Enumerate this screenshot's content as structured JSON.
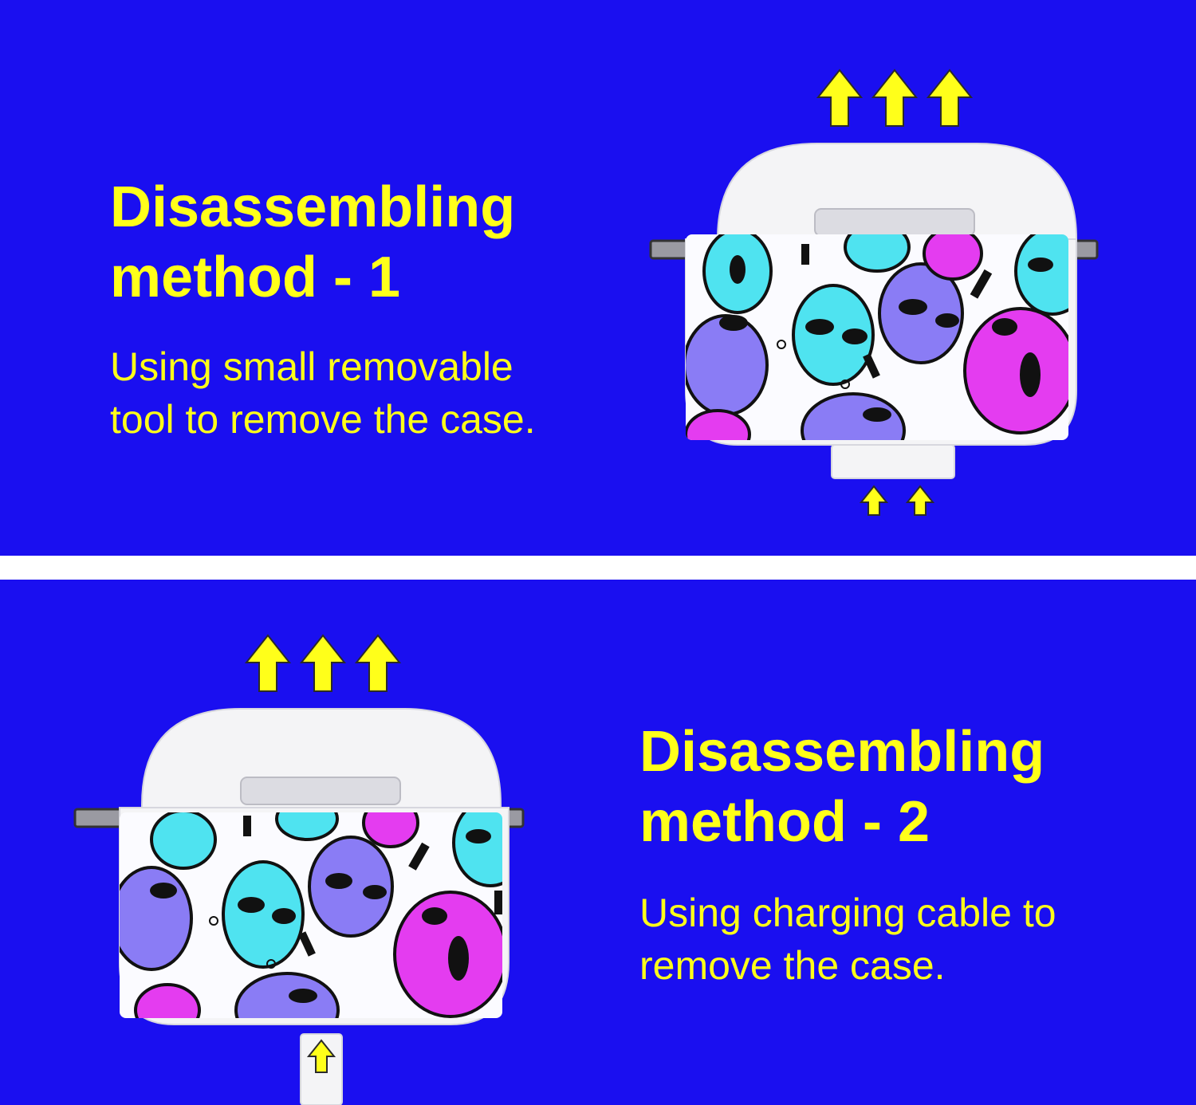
{
  "colors": {
    "background": "#1a0ff0",
    "accent": "#ffff1a",
    "divider": "#ffffff",
    "case_white": "#f4f4f6",
    "alien_cyan": "#4fe3f0",
    "alien_magenta": "#e43cf0",
    "alien_violet": "#8a7cf5",
    "outline": "#111111"
  },
  "sections": [
    {
      "heading": [
        "Disassembling",
        "method - 1"
      ],
      "body": [
        "Using small removable",
        "tool to remove the case."
      ],
      "icons": [
        "up-arrow-icon",
        "tool-insert-icon"
      ]
    },
    {
      "heading": [
        "Disassembling",
        "method - 2"
      ],
      "body": [
        "Using charging cable to",
        "remove the case."
      ],
      "icons": [
        "up-arrow-icon",
        "charging-cable-icon"
      ]
    }
  ]
}
